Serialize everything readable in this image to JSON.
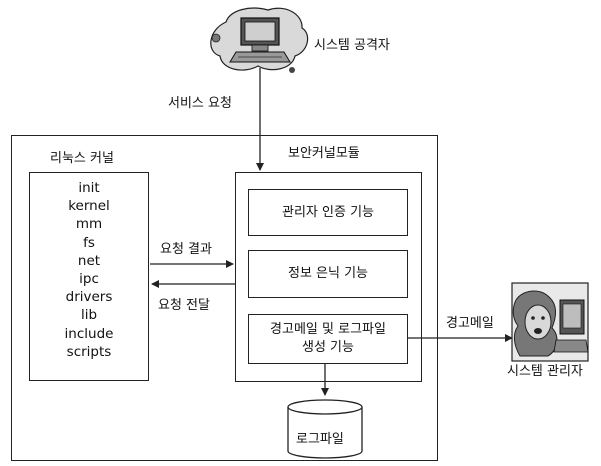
{
  "attacker": {
    "label": "시스템 공격자",
    "icon": "computer-attacker-icon"
  },
  "request_label": "서비스 요청",
  "kernel": {
    "title": "리눅스 커널",
    "items": [
      "init",
      "kernel",
      "mm",
      "fs",
      "net",
      "ipc",
      "drivers",
      "lib",
      "include",
      "scripts"
    ]
  },
  "arrows": {
    "result_label": "요청 결과",
    "deliver_label": "요청 전달",
    "alert_label": "경고메일"
  },
  "security_module": {
    "title": "보안커널모듈",
    "auth": "관리자 인증 기능",
    "hiding": "정보 은닉 기능",
    "alert_line1": "경고메일 및 로그파일",
    "alert_line2": "생성 기능"
  },
  "logfile": {
    "label": "로그파일"
  },
  "admin": {
    "label": "시스템 관리자",
    "icon": "administrator-icon"
  }
}
